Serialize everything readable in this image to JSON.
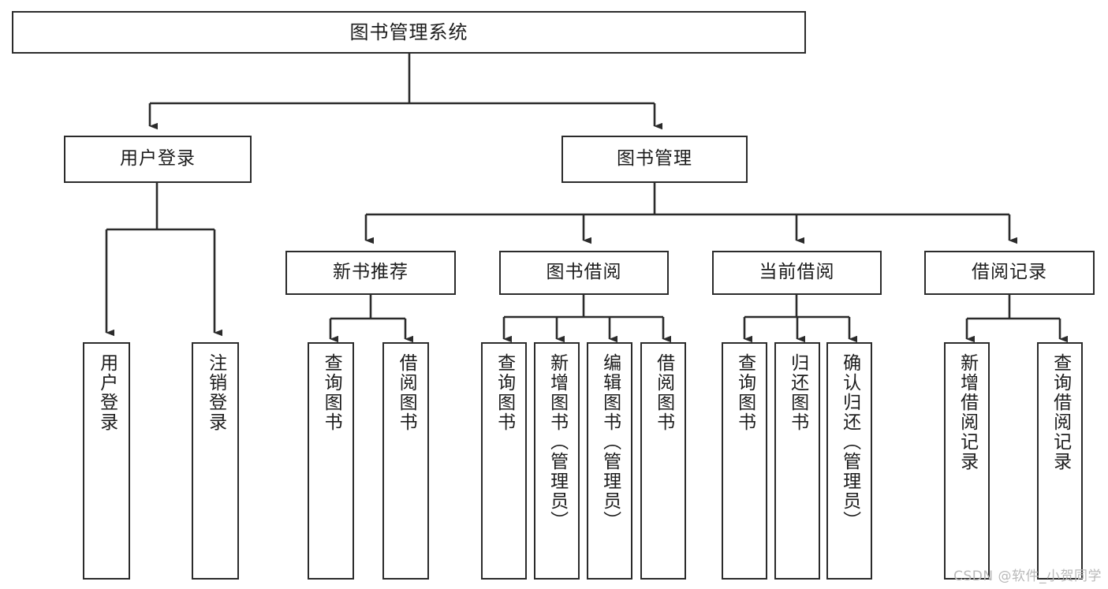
{
  "diagram": {
    "title": "图书管理系统",
    "type": "hierarchy-tree",
    "watermark": "CSDN @软件_小贺同学",
    "colors": {
      "box_border": "#2b2b2b",
      "box_fill": "#ffffff",
      "connector": "#2b2b2b",
      "text": "#1c1c1c",
      "watermark": "#b9b9b9"
    },
    "root": {
      "label": "图书管理系统"
    },
    "level2": [
      {
        "label": "用户登录"
      },
      {
        "label": "图书管理"
      }
    ],
    "level3": [
      {
        "label": "新书推荐"
      },
      {
        "label": "图书借阅"
      },
      {
        "label": "当前借阅"
      },
      {
        "label": "借阅记录"
      }
    ],
    "leaves": {
      "user_login": [
        {
          "label": "用户登录"
        },
        {
          "label": "注销登录"
        }
      ],
      "new_book": [
        {
          "label": "查询图书"
        },
        {
          "label": "借阅图书"
        }
      ],
      "book_borrow": [
        {
          "label": "查询图书"
        },
        {
          "label": "新增图书（管理员）"
        },
        {
          "label": "编辑图书（管理员）"
        },
        {
          "label": "借阅图书"
        }
      ],
      "current_borrow": [
        {
          "label": "查询图书"
        },
        {
          "label": "归还图书"
        },
        {
          "label": "确认归还（管理员）"
        }
      ],
      "borrow_record": [
        {
          "label": "新增借阅记录"
        },
        {
          "label": "查询借阅记录"
        }
      ]
    }
  }
}
